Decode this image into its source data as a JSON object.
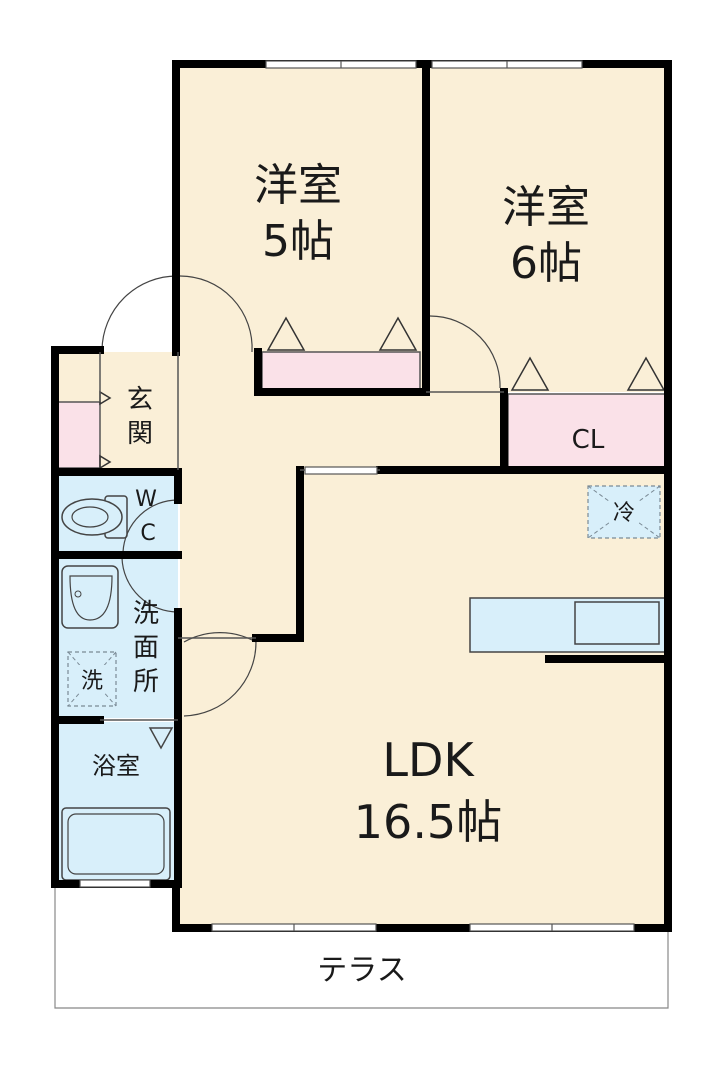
{
  "rooms": {
    "western1": {
      "name": "洋室",
      "size": "5帖"
    },
    "western2": {
      "name": "洋室",
      "size": "6帖"
    },
    "ldk": {
      "name": "LDK",
      "size": "16.5帖"
    },
    "closet": "CL",
    "entrance": [
      "玄",
      "関"
    ],
    "wc": [
      "W",
      "C"
    ],
    "washroom": [
      "洗",
      "面",
      "所"
    ],
    "washer": "洗",
    "bath": "浴室",
    "fridge": "冷",
    "terrace": "テラス"
  },
  "colors": {
    "floor": "#faefd7",
    "storage": "#fae1e8",
    "wet": "#d8effa",
    "wall": "#000000"
  }
}
